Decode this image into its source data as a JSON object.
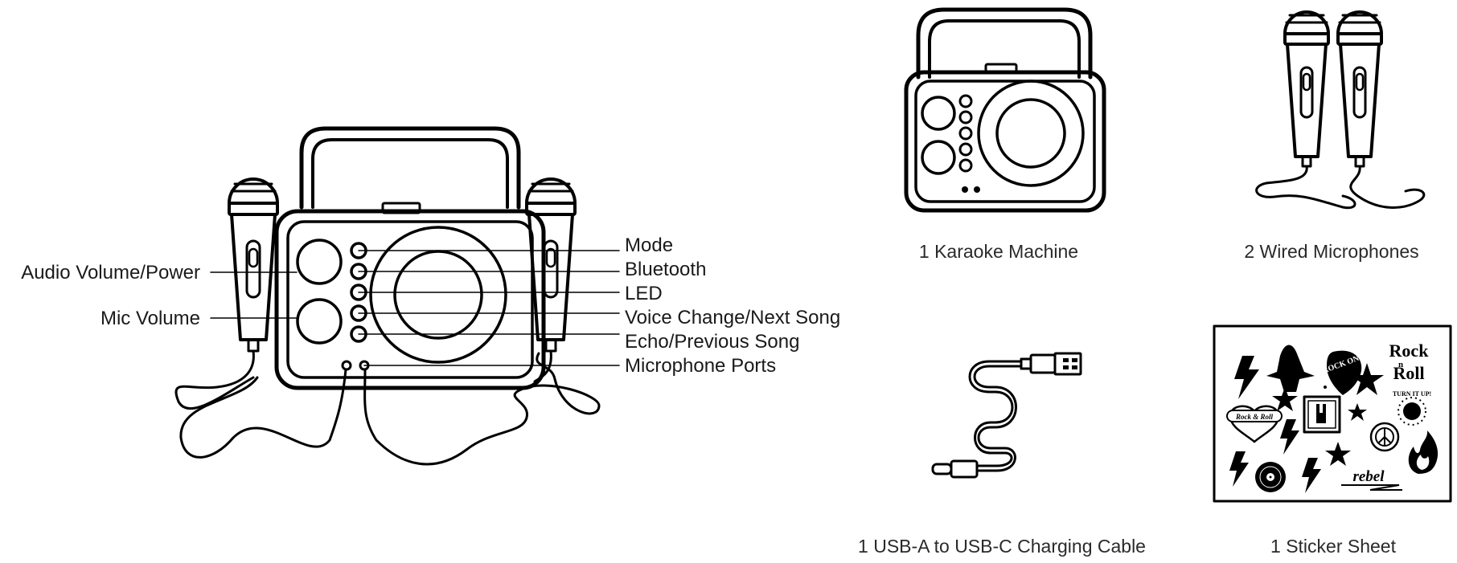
{
  "callouts": {
    "audio_volume_power": "Audio Volume/Power",
    "mic_volume": "Mic Volume",
    "mode": "Mode",
    "bluetooth": "Bluetooth",
    "led": "LED",
    "voice_change": "Voice Change/Next Song",
    "echo": "Echo/Previous Song",
    "mic_ports": "Microphone Ports"
  },
  "contents": {
    "karaoke_machine": "1 Karaoke Machine",
    "microphones": "2 Wired Microphones",
    "cable": "1 USB-A to USB-C Charging Cable",
    "sticker_sheet": "1 Sticker Sheet"
  },
  "stickers": {
    "rock_line1": "Rock",
    "rock_line2": "n",
    "rock_line3": "Roll",
    "rock_on": "ROCK ON!",
    "turn_it_up": "TURN IT UP!",
    "rock_and_roll": "Rock & Roll",
    "rebel": "rebel"
  }
}
